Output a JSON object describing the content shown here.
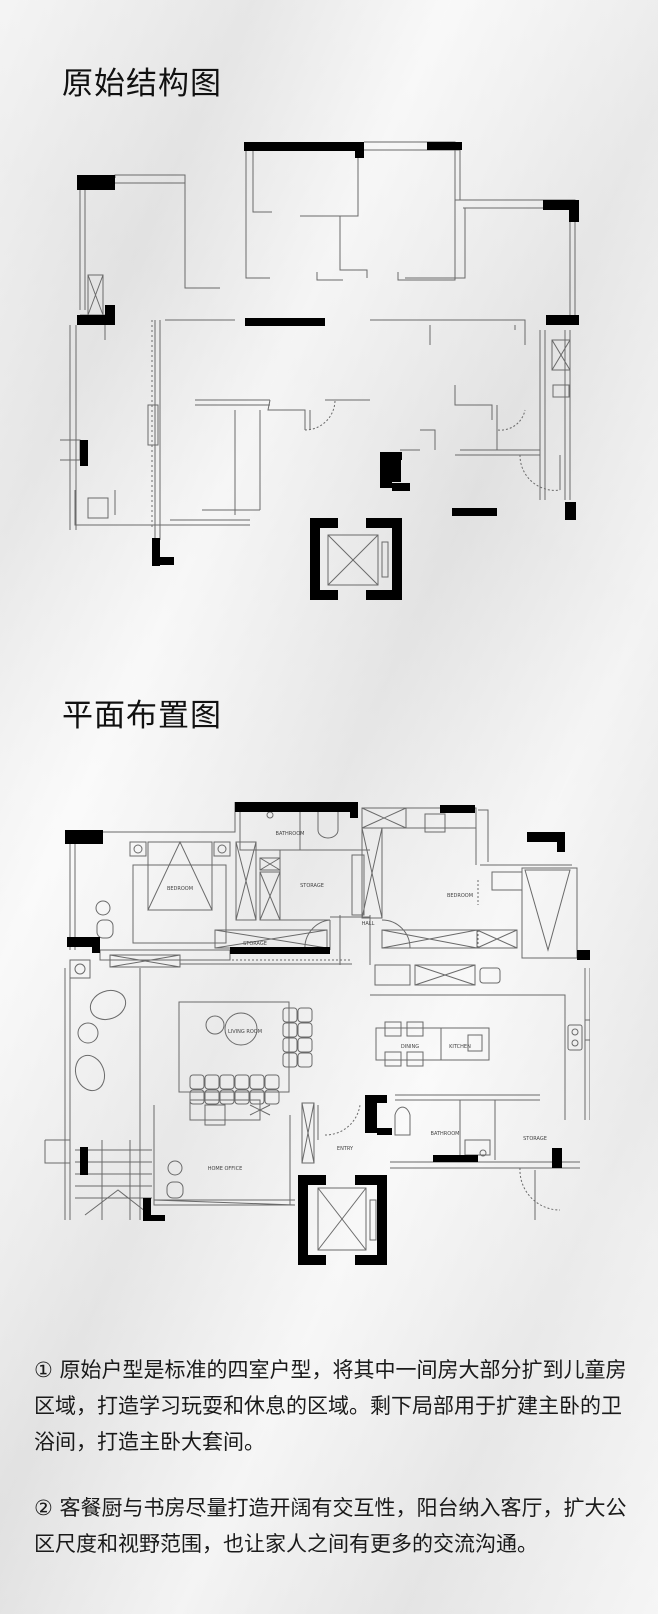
{
  "sections": {
    "original": {
      "title": "原始结构图"
    },
    "layout": {
      "title": "平面布置图",
      "rooms": {
        "bathroom_master": "BATHROOM",
        "bedroom_master": "BEDROOM",
        "storage_1": "STORAGE",
        "storage_2": "STORAGE",
        "hall": "HALL",
        "bedroom_child": "BEDROOM",
        "living_room": "LIVING ROOM",
        "dining": "DINING",
        "kitchen": "KITCHEN",
        "home_office": "HOME OFFICE",
        "entry": "ENTRY",
        "bathroom_guest": "BATHROOM",
        "storage_3": "STORAGE"
      }
    }
  },
  "description": {
    "paragraphs": [
      "① 原始户型是标准的四室户型，将其中一间房大部分扩到儿童房区域，打造学习玩耍和休息的区域。剩下局部用于扩建主卧的卫浴间，打造主卧大套间。",
      "② 客餐厨与书房尽量打造开阔有交互性，阳台纳入客厅，扩大公区尺度和视野范围，也让家人之间有更多的交流沟通。"
    ]
  },
  "colors": {
    "wall_structural": "#000000",
    "wall_line": "#6a6a6a",
    "background": "#ececec"
  }
}
